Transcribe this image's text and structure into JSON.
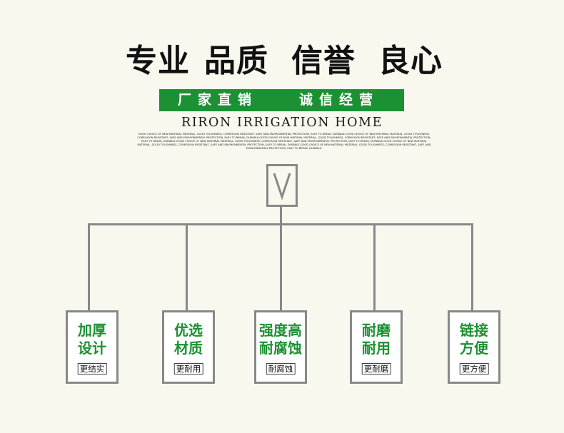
{
  "headline": [
    "专业",
    "品质",
    "信誉",
    "良心"
  ],
  "banner": {
    "left": "厂家直销",
    "right": "诚信经营"
  },
  "brand": "RIRON IRRIGATION HOME",
  "fineprint": "GOOD CHOICE OF NEW MATERIAL MATERIAL, GOOD TOUGHNESS, CORROSION RESISTANT, SAFE AND ENVIRONMENTAL PROTECTION, EASY TO BREAK, DURABLE,GOOD CHOICE OF NEW MATERIAL MATERIAL, GOOD TOUGHNESS, CORROSION RESISTANT, SAFE AND ENVIRONMENTAL PROTECTION, EASY TO BREAK, DURABLE,GOOD CHOICE OF NEW MATERIAL MATERIAL, GOOD TOUGHNESS, CORROSION RESISTANT, SAFE AND ENVIRONMENTAL PROTECTION, EASY TO BREAK, DURABLE,GOOD CHOICE OF NEW MATERIAL MATERIAL, GOOD TOUGHNESS, CORROSION RESISTANT, SAFE AND ENVIRONMENTAL PROTECTION, EASY TO BREAK, DURABLE,GOOD CHOICE OF NEW MATERIAL MATERIAL, GOOD TOUGHNESS, CORROSION RESISTANT, SAFE AND ENVIRONMENTAL PROTECTION, EASY TO BREAK, DURABLE,GOOD CHOICE OF NEW MATERIAL MATERIAL, GOOD TOUGHNESS, CORROSION RESISTANT, SAFE AND ENVIRONMENTAL PROTECTION, EASY TO BREAK, DURABLE.",
  "root_label": "V",
  "cards": [
    {
      "line1": "加厚",
      "line2": "设计",
      "tag": "更结实"
    },
    {
      "line1": "优选",
      "line2": "材质",
      "tag": "更耐用"
    },
    {
      "line1": "强度高",
      "line2": "耐腐蚀",
      "tag": "耐腐蚀"
    },
    {
      "line1": "耐磨",
      "line2": "耐用",
      "tag": "更耐磨"
    },
    {
      "line1": "链接",
      "line2": "方便",
      "tag": "更方便"
    }
  ],
  "colors": {
    "green": "#1b9133",
    "frame": "#888888",
    "background": "#f8f8ef"
  }
}
